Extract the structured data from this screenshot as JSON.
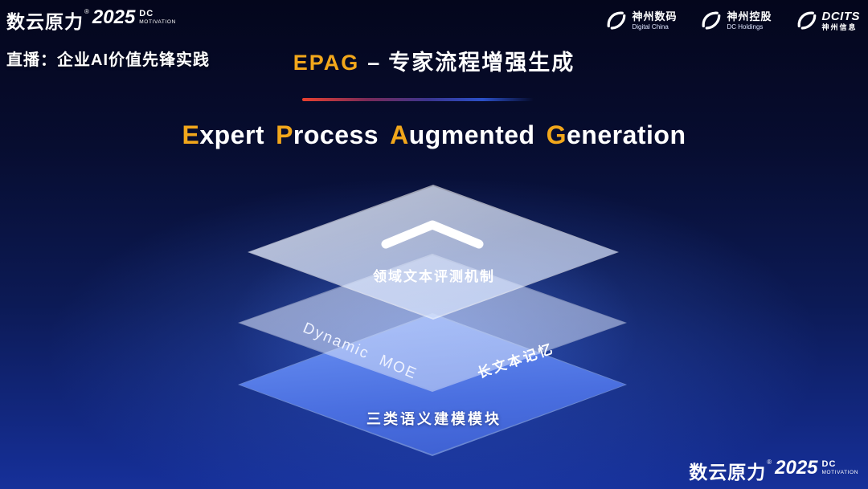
{
  "brand": {
    "name": "数云原力",
    "reg": "®",
    "year": "2025",
    "dc": "DC",
    "motivation": "MOTIVATION"
  },
  "header": {
    "live_label": "直播：企业AI价值先锋实践",
    "title": {
      "acronym": "EPAG",
      "separator": "–",
      "subtitle": "专家流程增强生成"
    },
    "logos": [
      {
        "cn": "神州数码",
        "en": "Digital China"
      },
      {
        "cn": "神州控股",
        "en": "DC Holdings"
      },
      {
        "cn": "DCITS",
        "en": "神州信息"
      }
    ]
  },
  "main": {
    "heading": {
      "words": [
        {
          "cap": "E",
          "rest": "xpert"
        },
        {
          "cap": "P",
          "rest": "rocess"
        },
        {
          "cap": "A",
          "rest": "ugmented"
        },
        {
          "cap": "G",
          "rest": "eneration"
        }
      ]
    },
    "stack": {
      "top_label": "领域文本评测机制",
      "middle_left_label": "Dynamic MOE",
      "middle_right_label": "长文本记忆",
      "bottom_label": "三类语义建模模块"
    }
  },
  "colors": {
    "accent_gold": "#F2A71B",
    "layer_blue": "#4A6FE0",
    "underline_gradient": [
      "#E8402F",
      "#5A2F86",
      "#2B50C8"
    ],
    "background_top": "#04061C",
    "background_bottom": "#16309A"
  }
}
